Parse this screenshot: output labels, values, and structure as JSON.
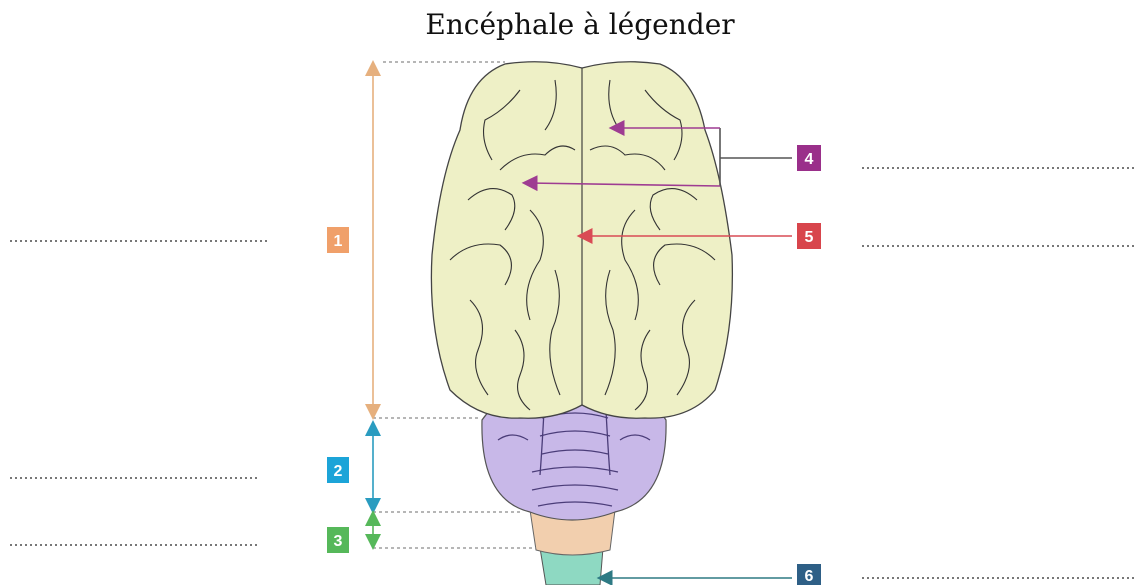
{
  "title": "Encéphale à légender",
  "labels": [
    {
      "id": "1",
      "text": "1",
      "color": "#F0A06A"
    },
    {
      "id": "2",
      "text": "2",
      "color": "#1CA4D8"
    },
    {
      "id": "3",
      "text": "3",
      "color": "#56B85A"
    },
    {
      "id": "4",
      "text": "4",
      "color": "#9A2F8A"
    },
    {
      "id": "5",
      "text": "5",
      "color": "#D8454C"
    },
    {
      "id": "6",
      "text": "6",
      "color": "#2E5F86"
    }
  ],
  "colors": {
    "cerebrum": "#EEF0C6",
    "cerebellum": "#C8B8E8",
    "pons": "#F2CFAE",
    "medulla": "#8ED9C2",
    "arrow_1": "#E6B07E",
    "arrow_2_3": "#2A9CC0",
    "arrow_4": "#9E3C92",
    "arrow_5": "#D94B55",
    "arrow_6": "#2E7A84",
    "dotted": "#8A8A8A"
  }
}
